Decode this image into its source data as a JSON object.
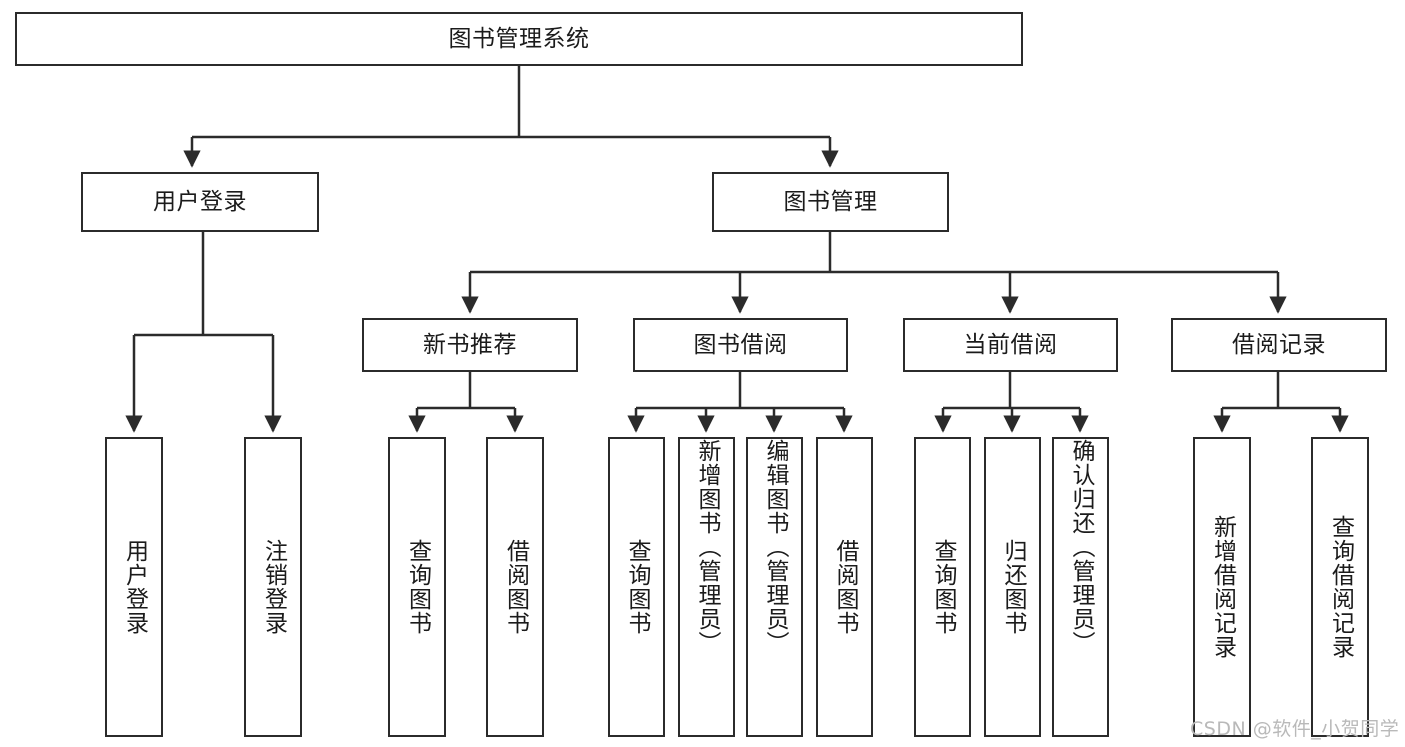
{
  "diagram": {
    "title": "图书管理系统",
    "type": "tree-hierarchy",
    "watermark": "CSDN @软件_小贺同学",
    "colors": {
      "border": "#2b2b2b",
      "background": "#ffffff",
      "text": "#1b1b1b",
      "watermark": "#b9b9b9"
    },
    "root": {
      "label": "图书管理系统"
    },
    "level2": [
      {
        "label": "用户登录"
      },
      {
        "label": "图书管理"
      }
    ],
    "level3": [
      {
        "label": "新书推荐"
      },
      {
        "label": "图书借阅"
      },
      {
        "label": "当前借阅"
      },
      {
        "label": "借阅记录"
      }
    ],
    "leaves": {
      "user_login": [
        {
          "label": "用户登录"
        },
        {
          "label": "注销登录"
        }
      ],
      "new_book_recommend": [
        {
          "label": "查询图书"
        },
        {
          "label": "借阅图书"
        }
      ],
      "book_borrow": [
        {
          "label": "查询图书"
        },
        {
          "label": "新增图书（管理员）"
        },
        {
          "label": "编辑图书（管理员）"
        },
        {
          "label": "借阅图书"
        }
      ],
      "current_borrow": [
        {
          "label": "查询图书"
        },
        {
          "label": "归还图书"
        },
        {
          "label": "确认归还（管理员）"
        }
      ],
      "borrow_record": [
        {
          "label": "新增借阅记录"
        },
        {
          "label": "查询借阅记录"
        }
      ]
    }
  }
}
